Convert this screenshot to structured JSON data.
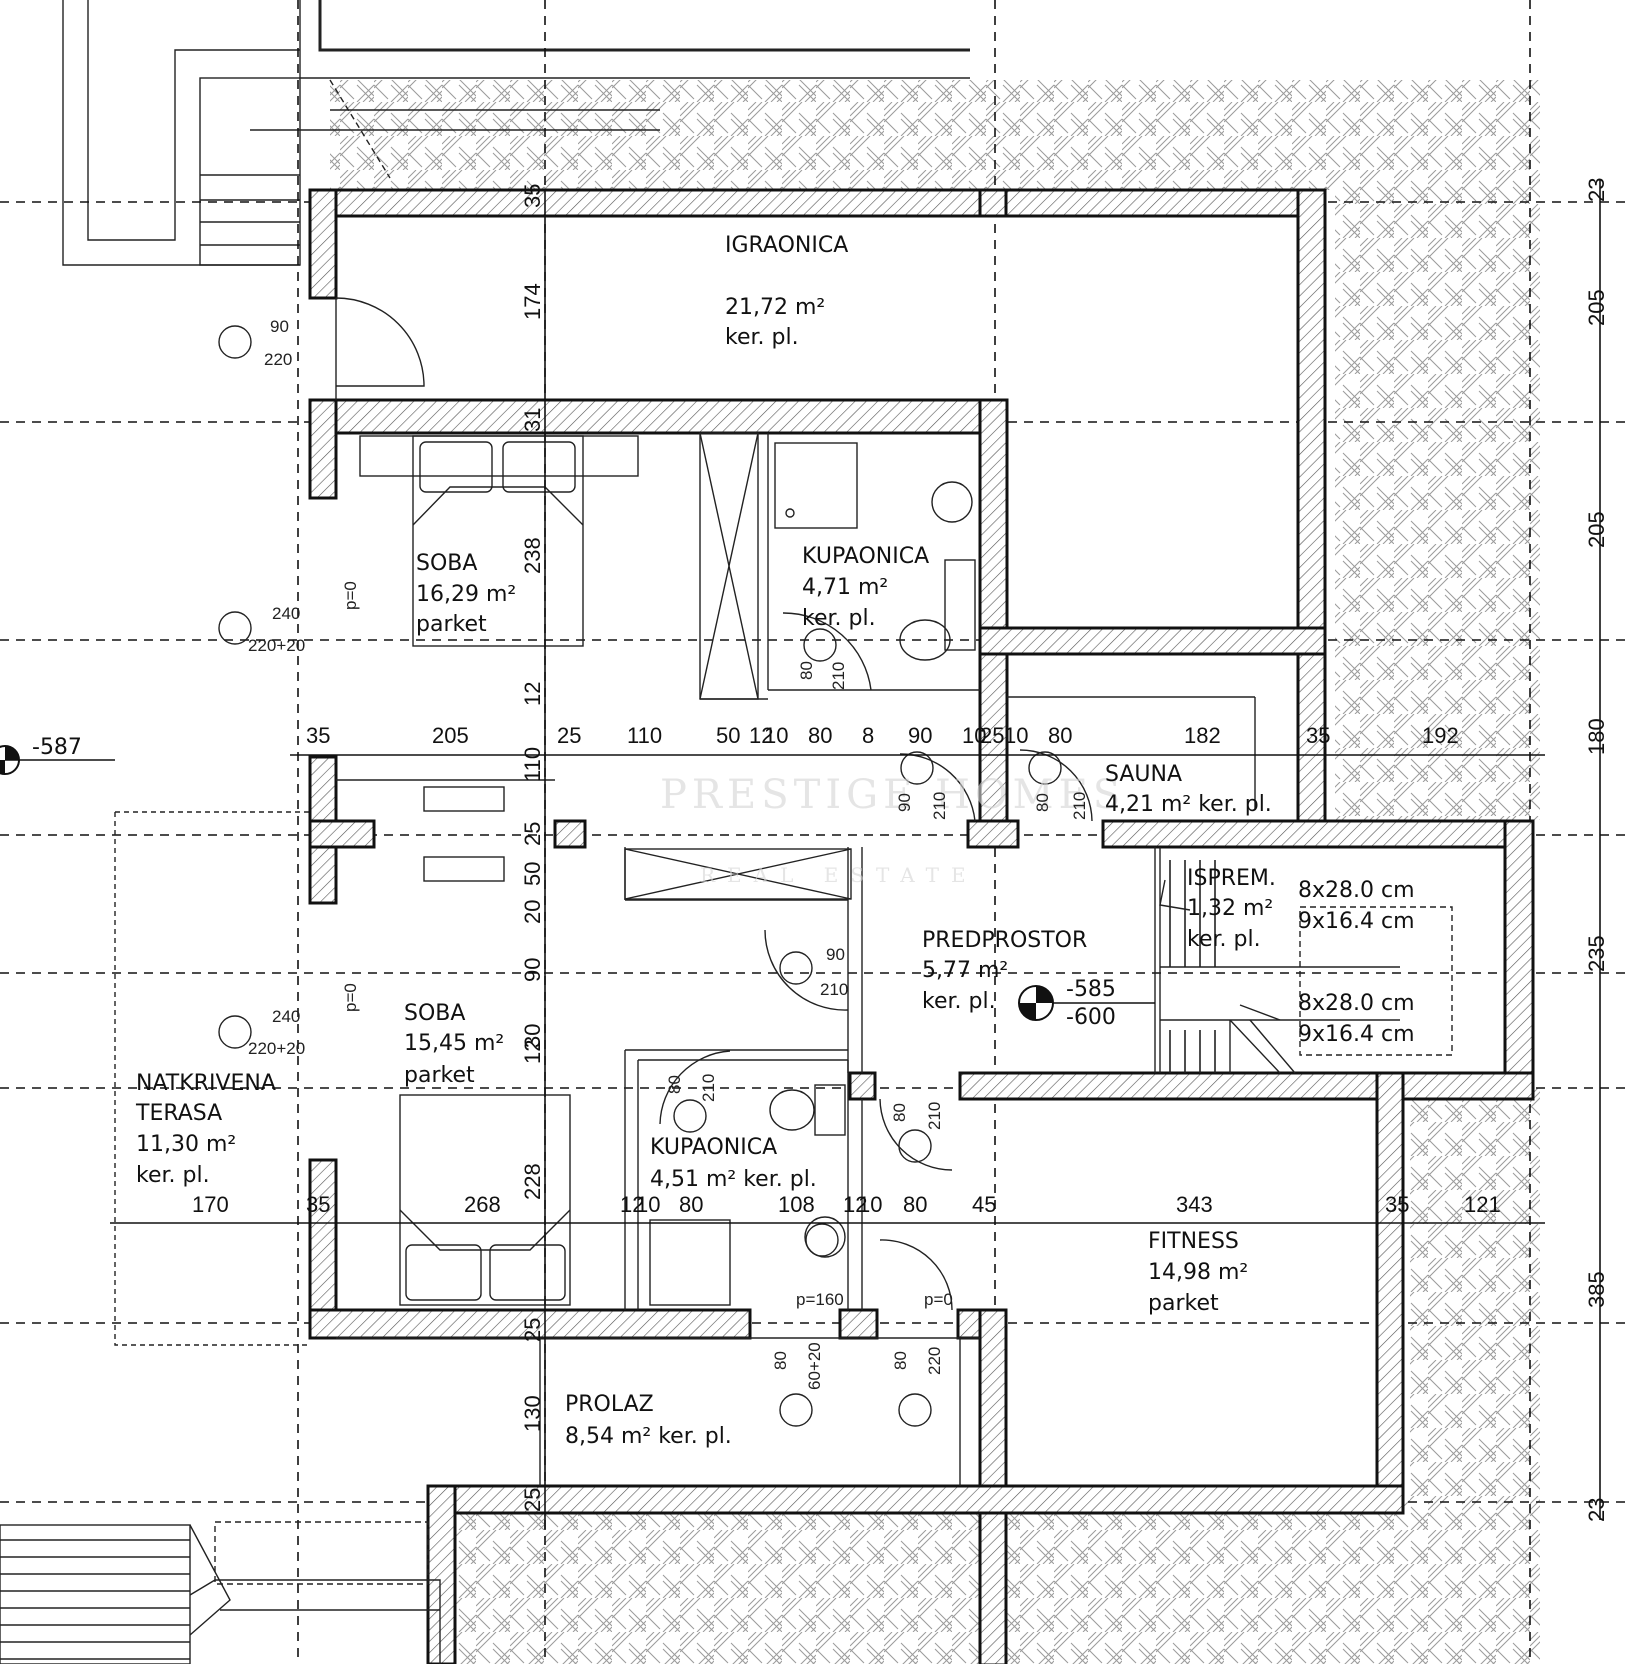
{
  "rooms": {
    "igraonica": {
      "name": "IGRAONICA",
      "area": "21,72 m²",
      "floor": "ker. pl."
    },
    "soba1": {
      "name": "SOBA",
      "area": "16,29 m²",
      "floor": "parket"
    },
    "kupaonica1": {
      "name": "KUPAONICA",
      "area": "4,71 m²",
      "floor": "ker. pl."
    },
    "sauna": {
      "name": "SAUNA",
      "area_floor": "4,21 m² ker. pl."
    },
    "isprem": {
      "name": "ISPREM.",
      "area": "1,32 m²",
      "floor": "ker. pl."
    },
    "predprostor": {
      "name": "PREDPROSTOR",
      "area": "5,77 m²",
      "floor": "ker. pl."
    },
    "soba2": {
      "name": "SOBA",
      "area": "15,45 m²",
      "floor": "parket"
    },
    "kupaonica2": {
      "name": "KUPAONICA",
      "area_floor": "4,51 m² ker. pl."
    },
    "natkrivena": {
      "name1": "NATKRIVENA",
      "name2": "TERASA",
      "area": "11,30 m²",
      "floor": "ker. pl."
    },
    "fitness": {
      "name": "FITNESS",
      "area": "14,98 m²",
      "floor": "parket"
    },
    "prolaz": {
      "name": "PROLAZ",
      "area_floor": "8,54 m² ker. pl."
    }
  },
  "stairs": {
    "step1": "8x28.0 cm",
    "rise1": "9x16.4 cm",
    "step2": "8x28.0 cm",
    "rise2": "9x16.4 cm"
  },
  "levels": {
    "left": "-587",
    "center_top": "-585",
    "center_bottom": "-600"
  },
  "dims": {
    "row1": [
      "35",
      "205",
      "25",
      "110",
      "50",
      "12",
      "10",
      "80",
      "8",
      "90",
      "10",
      "25",
      "10",
      "80",
      "182",
      "35",
      "192"
    ],
    "row2": [
      "170",
      "35",
      "268",
      "12",
      "10",
      "80",
      "108",
      "12",
      "10",
      "80",
      "45",
      "343",
      "35",
      "121"
    ],
    "right": [
      "23",
      "205",
      "205",
      "180",
      "235",
      "385",
      "23"
    ],
    "vertical": [
      "35",
      "174",
      "31",
      "238",
      "12",
      "110",
      "25",
      "50",
      "20",
      "90",
      "12",
      "30",
      "228",
      "25",
      "130",
      "25"
    ]
  },
  "openings": {
    "w1_width": "90",
    "w1_height": "220",
    "w2_width": "240",
    "w2_height": "220+20",
    "w3_width": "240",
    "w3_height": "220+20",
    "d_kup1_w": "80",
    "d_kup1_h": "210",
    "d_hall_w": "90",
    "d_hall_h": "210",
    "d_sauna_w": "80",
    "d_sauna_h": "210",
    "d_soba2_w": "90",
    "d_soba2_h": "210",
    "d_kup2_w": "80",
    "d_kup2_h": "210",
    "d_fit_w": "80",
    "d_fit_h": "210",
    "win_prolaz1_w": "80",
    "win_prolaz1_h": "60+20",
    "win_prolaz2_w": "80",
    "win_prolaz2_h": "220",
    "parapet1": "p=0",
    "parapet2": "p=0",
    "parapet3": "p=160",
    "parapet4": "p=0"
  },
  "watermark": {
    "title": "PRESTIGE HOMES",
    "subtitle": "REAL ESTATE"
  }
}
